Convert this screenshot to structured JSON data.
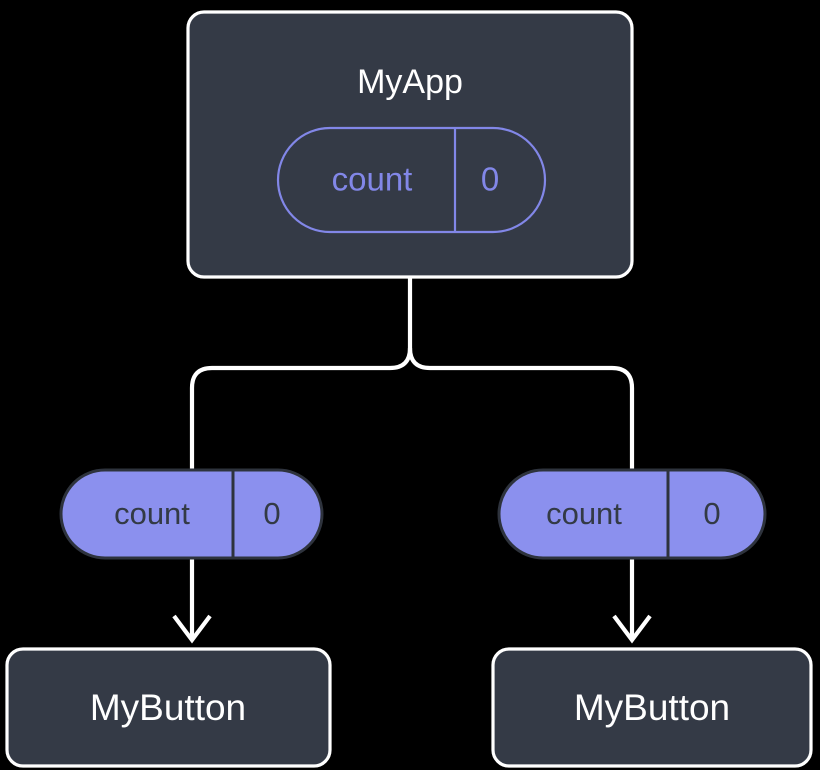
{
  "diagram": {
    "title_text": "MyApp",
    "background_color": "#000000",
    "node_fill_color": "#343a46",
    "node_border_color": "#ffffff",
    "accent_color": "#8287e8",
    "pill_fill_color": "#8b90ee",
    "pill_fill_text_color": "#333a45",
    "edge_color": "#ffffff",
    "root": {
      "label": "MyApp",
      "state": {
        "key": "count",
        "value": "0"
      }
    },
    "branches": [
      {
        "prop": {
          "key": "count",
          "value": "0"
        },
        "child": {
          "label": "MyButton"
        }
      },
      {
        "prop": {
          "key": "count",
          "value": "0"
        },
        "child": {
          "label": "MyButton"
        }
      }
    ]
  }
}
